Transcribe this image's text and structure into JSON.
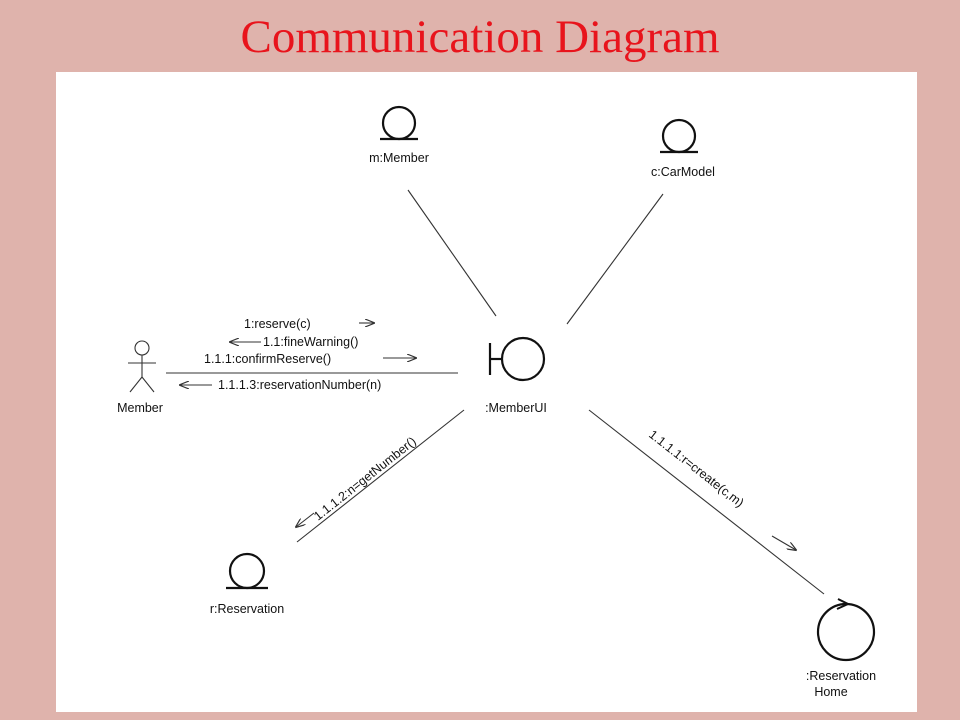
{
  "slide": {
    "title": "Communication Diagram"
  },
  "objects": {
    "member_entity": "m:Member",
    "carmodel_entity": "c:CarModel",
    "member_actor": "Member",
    "memberui_boundary": ":MemberUI",
    "reservation_entity": "r:Reservation",
    "reservation_home_control_line1": ":Reservation",
    "reservation_home_control_line2": "Home"
  },
  "messages": {
    "m1": "1:reserve(c)",
    "m2": "1.1:fineWarning()",
    "m3": "1.1.1:confirmReserve()",
    "m4": "1.1.1.3:reservationNumber(n)",
    "m5": "1.1.1.2:n=getNumber()",
    "m6": "1.1.1.1:r=create(c,m)"
  },
  "colors": {
    "background": "#dfb3ac",
    "title": "#e8141c",
    "canvas": "#ffffff"
  }
}
